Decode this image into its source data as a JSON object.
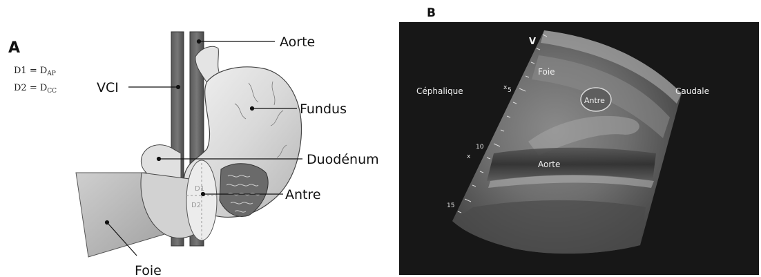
{
  "panel_a": {
    "letter": "A",
    "formula_d1": {
      "lhs": "D1 = D",
      "sub": "AP"
    },
    "formula_d2": {
      "lhs": "D2 = D",
      "sub": "CC"
    },
    "labels": {
      "aorte": "Aorte",
      "vci": "VCI",
      "fundus": "Fundus",
      "duodenum": "Duodénum",
      "antre": "Antre",
      "foie": "Foie",
      "d1": "D1",
      "d2": "D2"
    }
  },
  "panel_b": {
    "letter": "B",
    "labels": {
      "cephalique": "Céphalique",
      "caudale": "Caudale",
      "foie": "Foie",
      "antre": "Antre",
      "aorte": "Aorte",
      "probe_marker": "V"
    },
    "depth_scale": [
      "5",
      "10",
      "15"
    ],
    "caliper_marks": [
      "x",
      "x"
    ]
  }
}
